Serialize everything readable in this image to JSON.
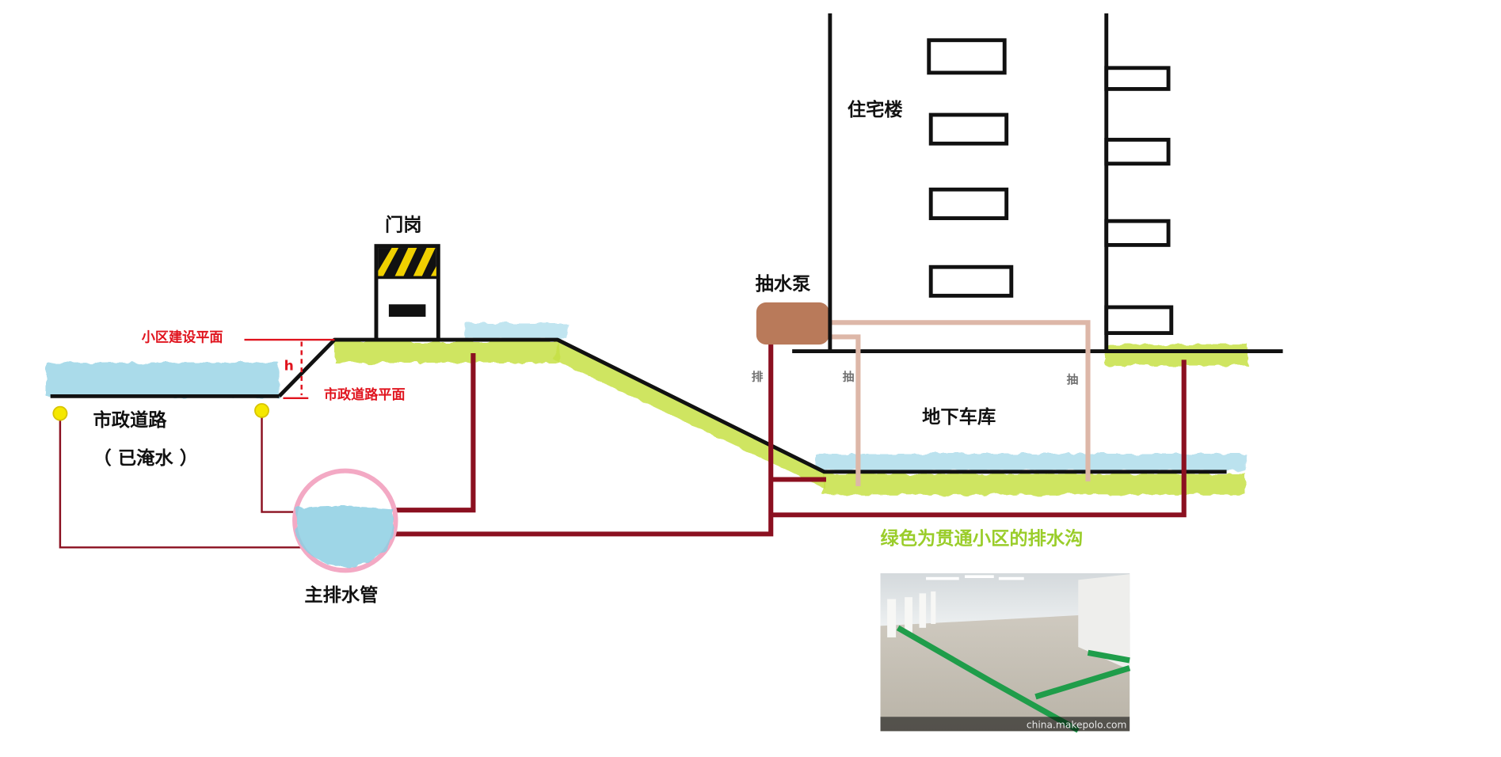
{
  "labels": {
    "road": "市政道路",
    "road_flooded": "（ 已淹水 ）",
    "gate": "门岗",
    "community_level": "小区建设平面",
    "road_level": "市政道路平面",
    "height_mark": "h",
    "main_pipe": "主排水管",
    "pump": "抽水泵",
    "building": "住宅楼",
    "garage": "地下车库",
    "discharge": "排",
    "extract_left": "抽",
    "extract_right": "抽",
    "green_note": "绿色为贯通小区的排水沟"
  },
  "photo": {
    "watermark": "china.makepolo.com"
  },
  "colors": {
    "water": "#8ecfe3",
    "green": "#c7e045",
    "pipe": "#8b1020",
    "pump": "#b97a5a",
    "extract_pipe": "#ddb7a8",
    "annotation": "#e0141e",
    "hazard": "#f0d000",
    "drain_in_photo": "#1f9d4a"
  },
  "icons": {
    "drain_inlet": "yellow-circle",
    "pipe_section": "pink-circle"
  }
}
